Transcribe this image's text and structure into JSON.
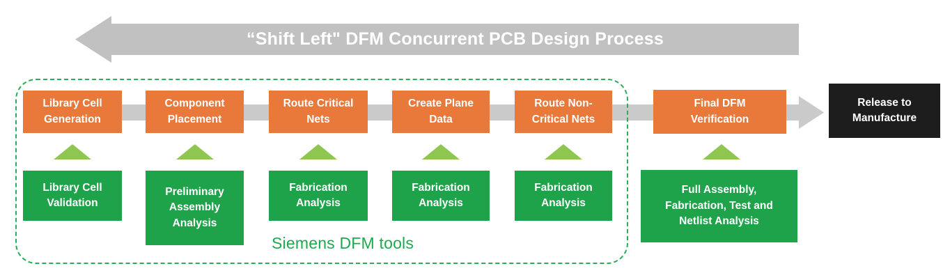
{
  "banner": {
    "title": "“Shift Left\" DFM Concurrent PCB Design Process"
  },
  "flow": {
    "steps": [
      {
        "label": "Library Cell\nGeneration",
        "tool": "Library Cell\nValidation"
      },
      {
        "label": "Component\nPlacement",
        "tool": "Preliminary\nAssembly\nAnalysis"
      },
      {
        "label": "Route Critical\nNets",
        "tool": "Fabrication\nAnalysis"
      },
      {
        "label": "Create Plane\nData",
        "tool": "Fabrication\nAnalysis"
      },
      {
        "label": "Route Non-\nCritical Nets",
        "tool": "Fabrication\nAnalysis"
      },
      {
        "label": "Final DFM\nVerification",
        "tool": "Full Assembly,\nFabrication, Test and\nNetlist  Analysis"
      }
    ],
    "tools_caption": "Siemens DFM tools",
    "release_label": "Release to\nManufacture"
  },
  "colors": {
    "step_orange": "#E8793B",
    "tool_green": "#1EA24A",
    "triangle_green": "#8EC650",
    "outline_green": "#29AD56",
    "banner_gray": "#C1C1C1",
    "flow_gray": "#CACACA",
    "release_black": "#1D1D1D",
    "text_white": "#FFFFFF"
  }
}
